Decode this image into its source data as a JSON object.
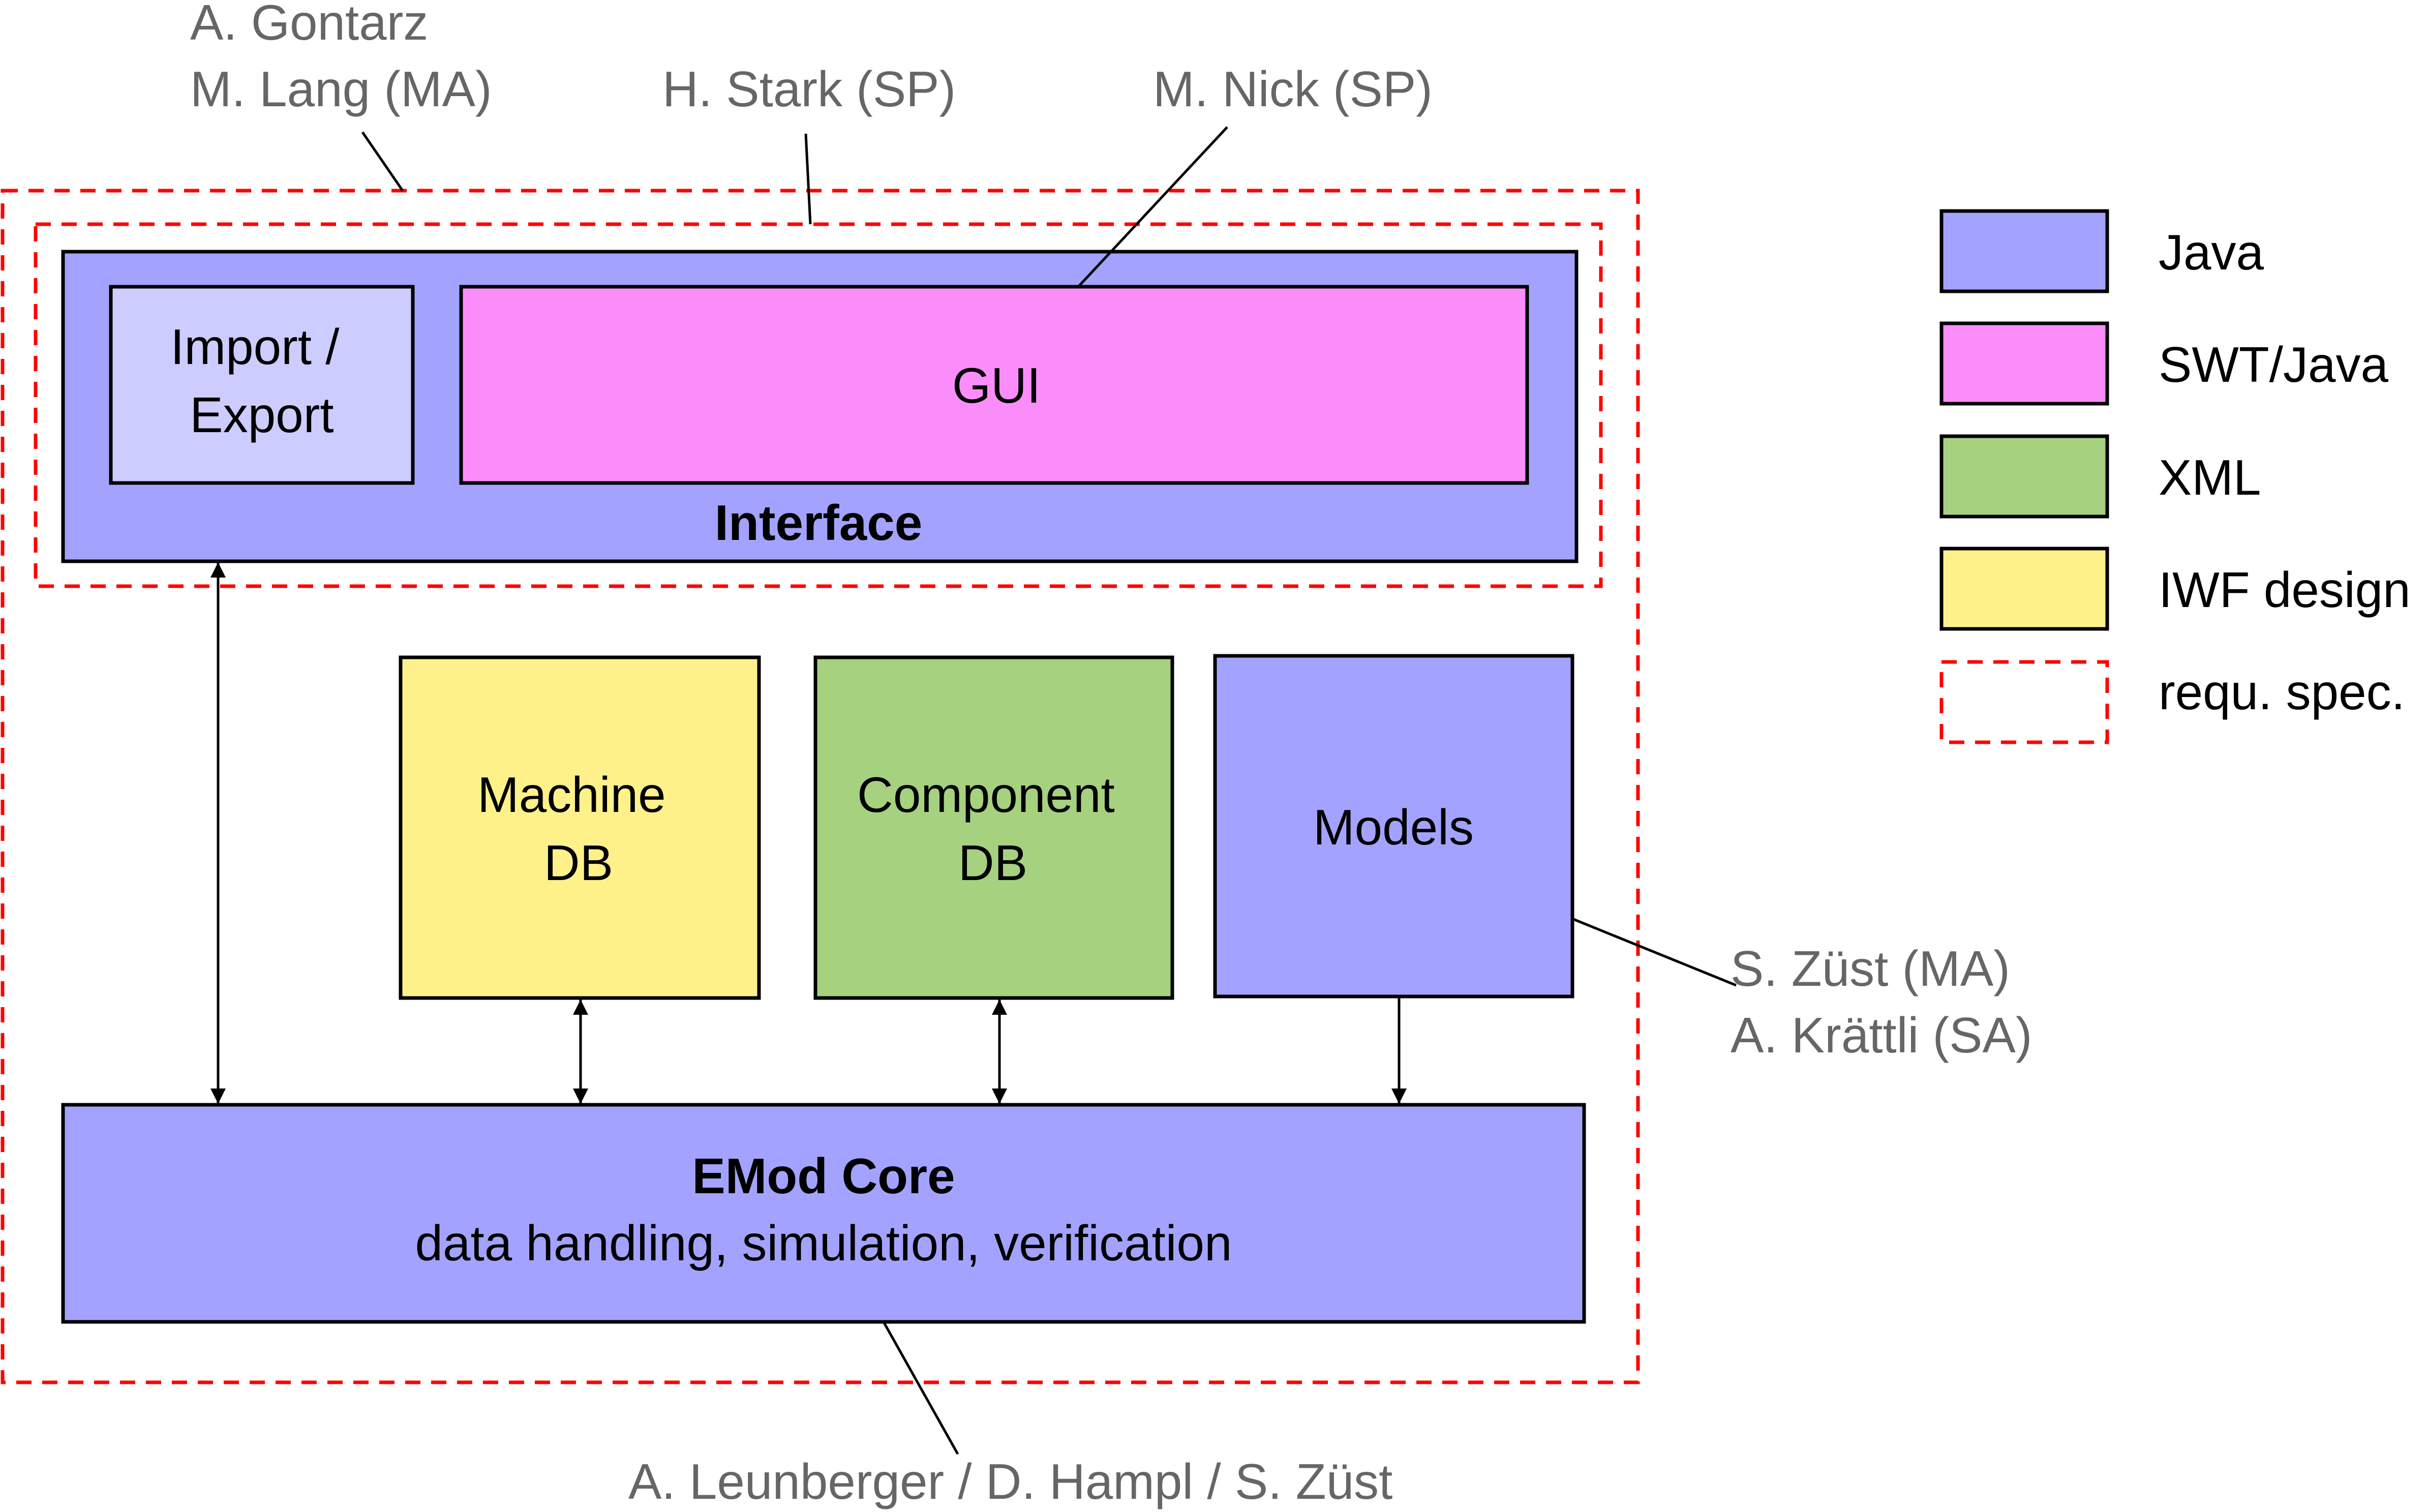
{
  "colors": {
    "java": "#a3a3ff",
    "swt_java": "#fb8dfb",
    "xml": "#a6d17f",
    "iwf_design": "#fff18a",
    "import_export": "#ccccff",
    "requ_spec_border": "#ff0000"
  },
  "blocks": {
    "interface": "Interface",
    "import_export": [
      "Import /",
      "Export"
    ],
    "gui": "GUI",
    "machine_db": [
      "Machine",
      "DB"
    ],
    "component_db": [
      "Component",
      "DB"
    ],
    "models": "Models",
    "core_title": "EMod Core",
    "core_subtitle": "data handling, simulation, verification"
  },
  "authors": {
    "gontarz_lang": [
      "A. Gontarz",
      "M. Lang (MA)"
    ],
    "stark": "H. Stark (SP)",
    "nick": "M. Nick (SP)",
    "zuest_kraettli": [
      "S. Züst (MA)",
      "A. Krättli (SA)"
    ],
    "core_team": "A. Leunberger / D. Hampl / S. Züst"
  },
  "legend": [
    {
      "label": "Java",
      "style": "java"
    },
    {
      "label": "SWT/Java",
      "style": "swt_java"
    },
    {
      "label": "XML",
      "style": "xml"
    },
    {
      "label": "IWF design",
      "style": "iwf_design"
    },
    {
      "label": "requ. spec.",
      "style": "dashed"
    }
  ]
}
